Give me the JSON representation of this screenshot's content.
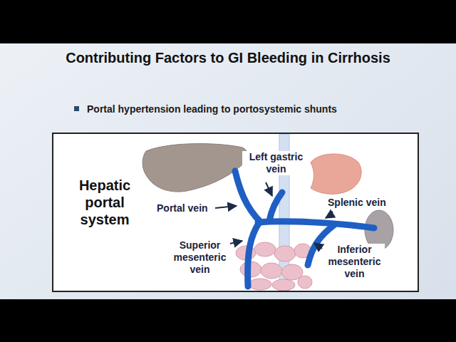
{
  "diagram": {
    "title": "Contributing Factors to GI Bleeding in Cirrhosis",
    "nodes": [
      {
        "text": [
          "Hepatic portal system"
        ]
      }
    ],
    "labels": [
      "Portal hypertension leading to portosystemic shunts",
      "Left gastric vein",
      "Splenic vein",
      "Portal vein",
      "Superior mesenteric vein",
      "Inferior mesenteric vein"
    ]
  }
}
